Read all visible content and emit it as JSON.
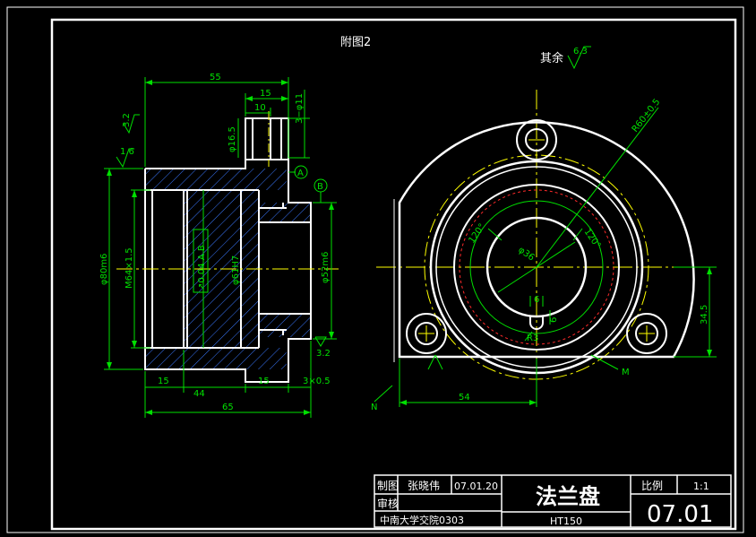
{
  "drawing": {
    "figure_label": "附图2",
    "surface_note": "其余",
    "surface_note_value": "6.3",
    "dimensions": {
      "total_top": "55",
      "d15_top": "15",
      "d10_top": "10",
      "hole_3phi11": "3−φ11",
      "dia_16_5": "φ16.5",
      "rough_32": "3.2",
      "rough_16": "1.6",
      "datum_a": "A",
      "datum_b": "B",
      "dia_80m6": "φ80m6",
      "thread_m64": "M64×1.5",
      "tolerance_frame": "↗0.04 A B",
      "dia_61h7": "φ61H7",
      "dia_52m6": "φ52m6",
      "rough_32_b": "3.2",
      "bottom_15_left": "15",
      "bottom_44": "44",
      "bottom_15_right": "15",
      "groove_3x0_5": "3×0.5",
      "bottom_65": "65",
      "r60": "R60±0.5",
      "dia_36": "φ36",
      "angle_120_left": "120°",
      "angle_120_right": "120°",
      "key_6": "6",
      "key_6b": "6",
      "r3": "R3",
      "right_34_5": "34.5",
      "front_54": "54",
      "label_m": "M",
      "label_n": "N"
    }
  },
  "title_block": {
    "drawn_label": "制图",
    "drawn_by": "张晓伟",
    "date": "07.01.20",
    "review_label": "审核",
    "part_name": "法兰盘",
    "scale_label": "比例",
    "scale_value": "1:1",
    "school": "中南大学交院0303",
    "material": "HT150",
    "drawing_no": "07.01"
  }
}
